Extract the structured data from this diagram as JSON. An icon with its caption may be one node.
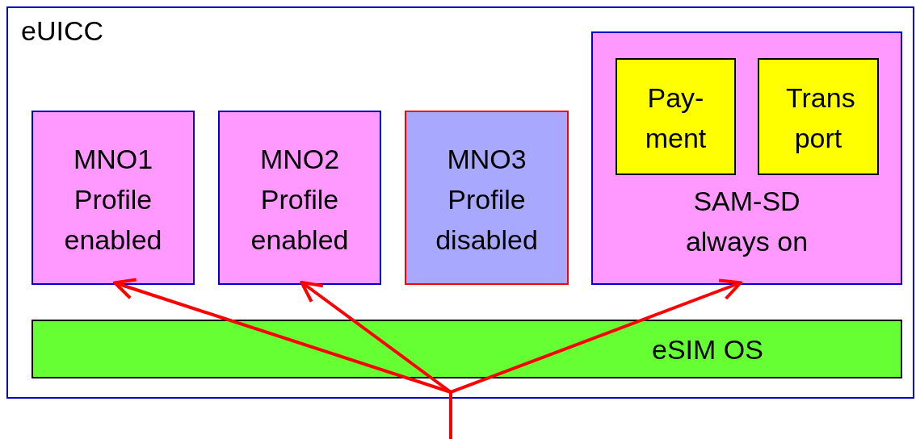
{
  "diagram": {
    "nodes": [
      {
        "text": [
          "eUICC"
        ]
      },
      {
        "text": [
          "MNO1 Profile enabled"
        ],
        "in": 0
      },
      {
        "text": [
          "MNO2 Profile enabled"
        ],
        "in": 0
      },
      {
        "text": [
          "MNO3 Profile disabled"
        ],
        "in": 0
      },
      {
        "text": [
          "SAM-SD always on"
        ],
        "in": 0
      },
      {
        "text": [
          "Pay- ment"
        ],
        "in": 4
      },
      {
        "text": [
          "Trans port"
        ],
        "in": 4
      },
      {
        "text": [
          "eSIM OS"
        ],
        "in": 0
      }
    ],
    "edges": [
      {
        "from": null,
        "to": 1,
        "arrow": "to"
      },
      {
        "from": null,
        "to": 2,
        "arrow": "to"
      },
      {
        "from": null,
        "to": 4,
        "arrow": "to"
      }
    ]
  }
}
